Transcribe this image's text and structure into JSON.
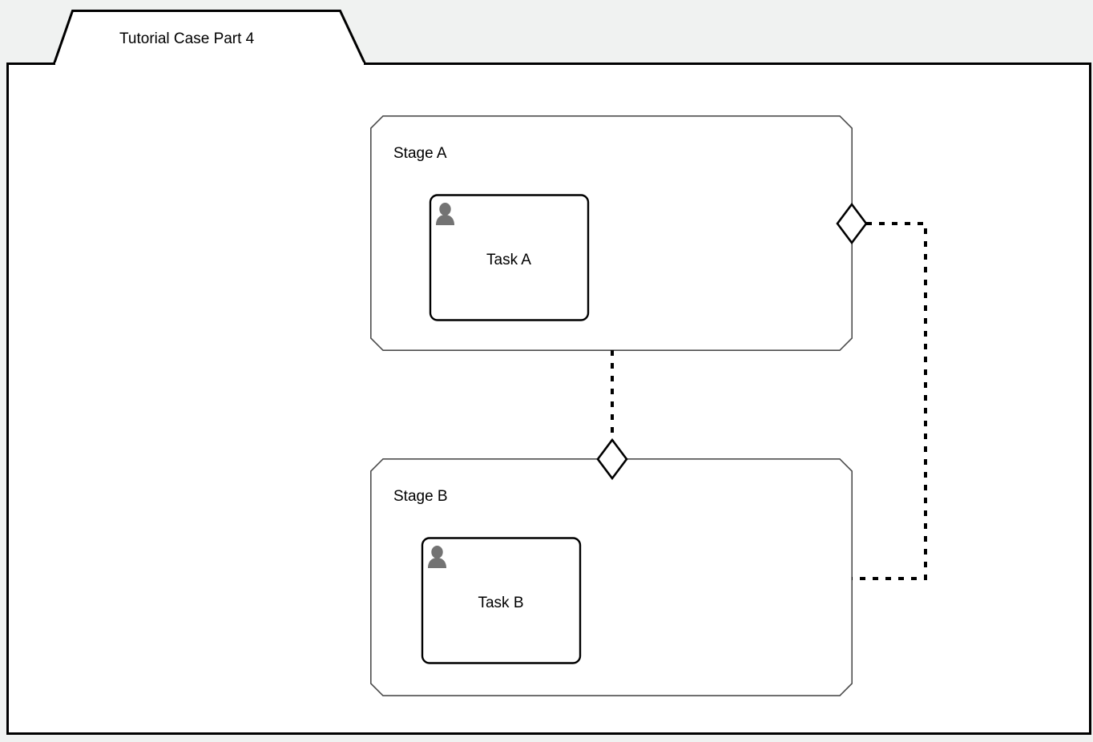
{
  "page": {
    "background_color": "#f0f2f1",
    "canvas_color": "#ffffff",
    "stroke_color": "#000000",
    "icon_color": "#737373"
  },
  "tab": {
    "title": "Tutorial Case Part 4"
  },
  "diagram": {
    "type": "case-management-diagram",
    "stages": [
      {
        "id": "stage-a",
        "label": "Stage A",
        "tasks": [
          {
            "id": "task-a",
            "label": "Task A",
            "icon": "person-icon"
          }
        ]
      },
      {
        "id": "stage-b",
        "label": "Stage B",
        "tasks": [
          {
            "id": "task-b",
            "label": "Task B",
            "icon": "person-icon"
          }
        ]
      }
    ],
    "sentries": [
      {
        "id": "sentry-stage-a-right",
        "attached_to": "stage-a",
        "shape": "diamond"
      },
      {
        "id": "sentry-stage-b-top",
        "attached_to": "stage-b",
        "shape": "diamond"
      }
    ],
    "connectors": [
      {
        "id": "connector-stage-a-to-stage-b",
        "from": "stage-a",
        "to": "sentry-stage-b-top",
        "style": "dashed"
      },
      {
        "id": "connector-sentry-a-to-stage-b",
        "from": "sentry-stage-a-right",
        "to": "stage-b",
        "style": "dashed"
      }
    ]
  }
}
